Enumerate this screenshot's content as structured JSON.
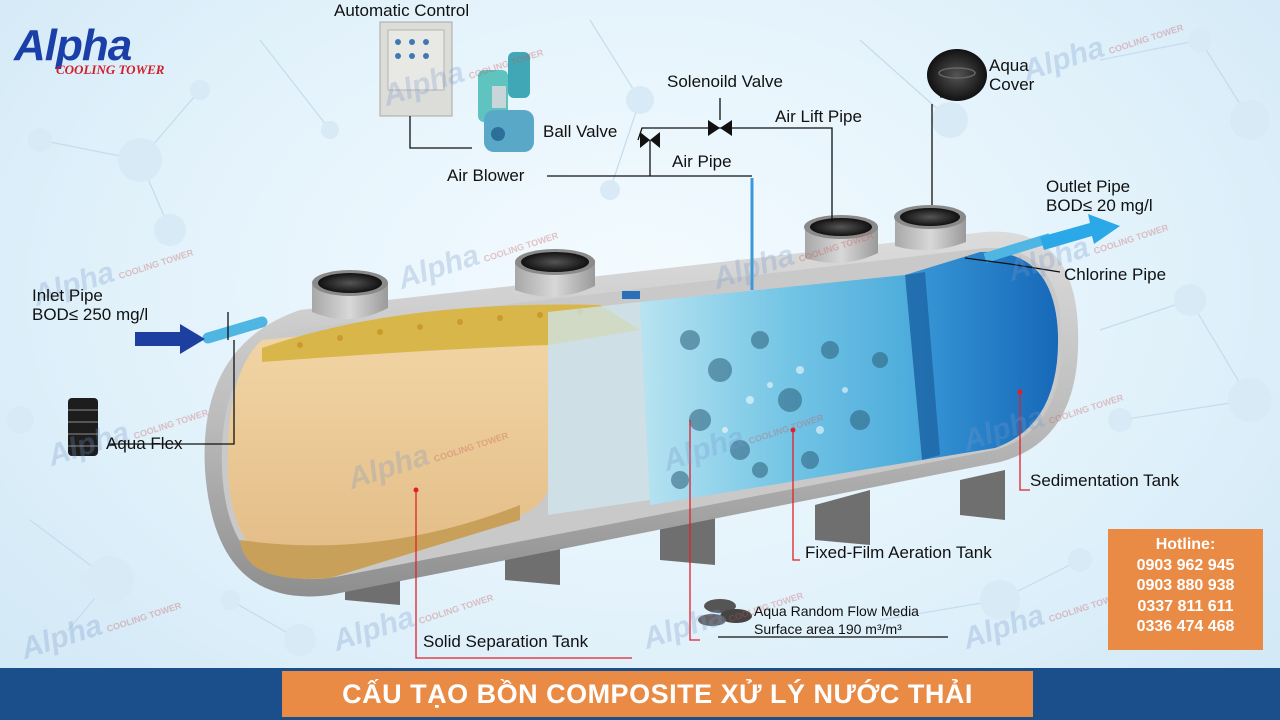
{
  "brand": {
    "name": "Alpha",
    "subtitle": "COOLING TOWER"
  },
  "watermark": {
    "name": "Alpha",
    "subtitle": "COOLING TOWER"
  },
  "labels": {
    "automatic_control": "Automatic Control",
    "air_blower": "Air Blower",
    "ball_valve": "Ball Valve",
    "solenoid_valve": "Solenoild Valve",
    "air_lift_pipe": "Air Lift Pipe",
    "air_pipe": "Air Pipe",
    "aqua_cover_line1": "Aqua",
    "aqua_cover_line2": "Cover",
    "outlet_pipe_line1": "Outlet Pipe",
    "outlet_pipe_line2": "BOD≤ 20 mg/l",
    "chlorine_pipe": "Chlorine Pipe",
    "inlet_pipe_line1": "Inlet Pipe",
    "inlet_pipe_line2": "BOD≤ 250 mg/l",
    "aqua_flex": "Aqua Flex",
    "sedimentation_tank": "Sedimentation Tank",
    "fixed_film_aeration_tank": "Fixed-Film Aeration Tank",
    "media_line1": "Aqua Random Flow Media",
    "media_line2": "Surface area 190 m³/m³",
    "solid_separation_tank": "Solid Separation Tank"
  },
  "hotline": {
    "title": "Hotline:",
    "numbers": [
      "0903 962 945",
      "0903 880 938",
      "0337 811 611",
      "0336 474 468"
    ]
  },
  "banner": {
    "title": "CẤU TẠO BỒN COMPOSITE XỬ LÝ NƯỚC THẢI"
  },
  "colors": {
    "brand_blue": "#1a3fa8",
    "brand_red": "#d1202a",
    "banner_blue": "#1b4f8c",
    "banner_orange": "#e98a45",
    "leader_red": "#e0202a",
    "arrow_blue": "#1d3fa0",
    "outlet_arrow": "#2aa8e8"
  }
}
